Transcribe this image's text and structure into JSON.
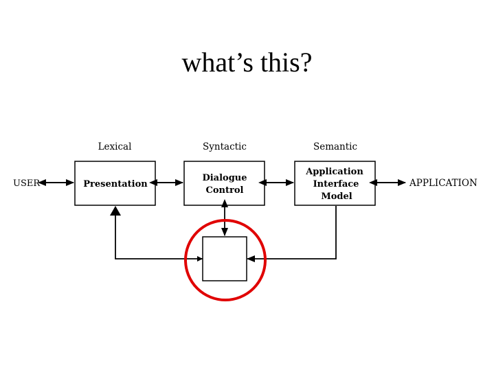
{
  "title": "what’s this?",
  "layers": {
    "lexical": "Lexical",
    "syntactic": "Syntactic",
    "semantic": "Semantic"
  },
  "endpoints": {
    "user": "USER",
    "application": "APPLICATION"
  },
  "boxes": {
    "presentation": [
      "Presentation"
    ],
    "dialogue_control": [
      "Dialogue",
      "Control"
    ],
    "application_interface_model": [
      "Application",
      "Interface",
      "Model"
    ]
  },
  "colors": {
    "highlight_circle": "#e00000",
    "lines": "#000000"
  }
}
